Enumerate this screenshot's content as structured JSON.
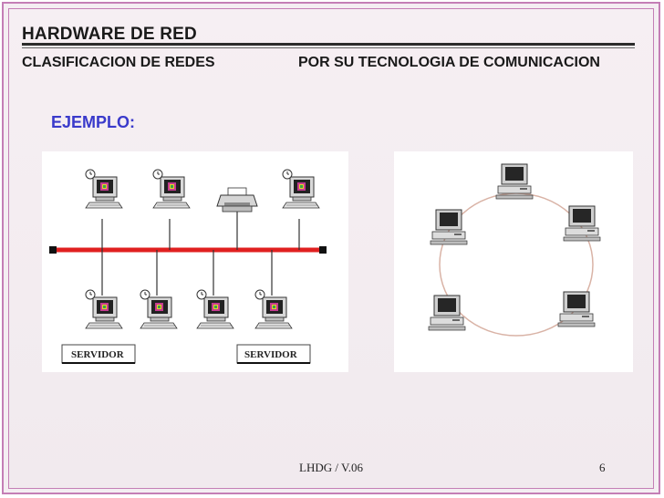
{
  "header": {
    "title": "HARDWARE DE RED",
    "subtitle_left": "CLASIFICACION DE REDES",
    "subtitle_right": "POR SU TECNOLOGIA DE COMUNICACION"
  },
  "body": {
    "example_label": "EJEMPLO:"
  },
  "bus_diagram": {
    "server_label_left": "SERVIDOR",
    "server_label_right": "SERVIDOR"
  },
  "footer": {
    "doc_id": "LHDG / V.06",
    "page_number": "6"
  },
  "colors": {
    "frame": "#c47fb6",
    "example_text": "#3a3acb",
    "bus_line": "#e02020",
    "ring_line": "#d9b3a6"
  }
}
